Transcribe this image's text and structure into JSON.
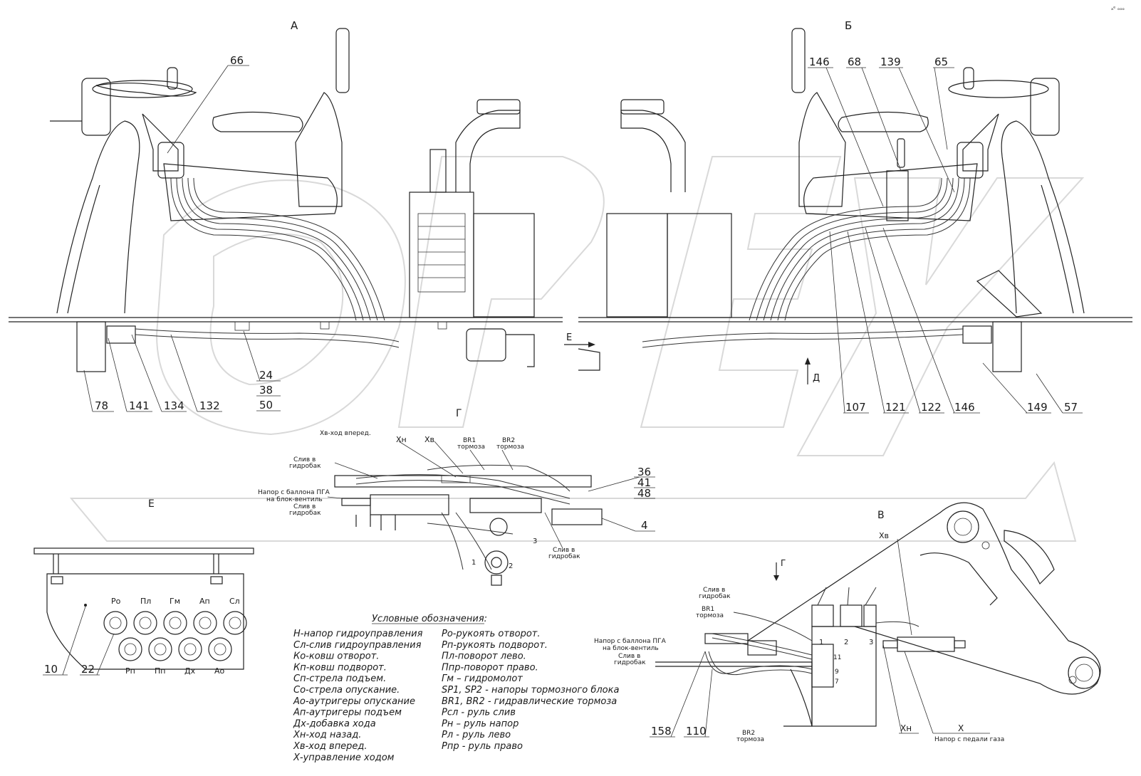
{
  "corner_mark": "ₐᵉ ₒₒₒ",
  "view_labels": {
    "a": "А",
    "b": "Б",
    "v": "В",
    "g": "Г",
    "e": "Е",
    "e_arrow": "Е",
    "d_arrow": "Д",
    "g_arrow": "Г"
  },
  "callouts_top_left": {
    "c66": "66",
    "c78": "78",
    "c141": "141",
    "c134": "134",
    "c132": "132",
    "c24": "24",
    "c38": "38",
    "c50": "50"
  },
  "callouts_top_right": {
    "c146a": "146",
    "c68": "68",
    "c139": "139",
    "c65": "65",
    "c107": "107",
    "c121": "121",
    "c122": "122",
    "c146b": "146",
    "c149": "149",
    "c57": "57"
  },
  "callouts_mid": {
    "c36": "36",
    "c41": "41",
    "c48": "48",
    "c4": "4",
    "c10": "10",
    "c22": "22",
    "c158": "158",
    "c110": "110",
    "cXh": "Хн",
    "cX": "Х",
    "cXv": "Хв"
  },
  "view_g_labels": {
    "xv_forward": "Хв-ход вперед.",
    "xn": "Хн",
    "xv": "Хв",
    "br1": "BR1",
    "br1_sub": "тормоза",
    "br2": "BR2",
    "br2_sub": "тормоза",
    "drain_tank_1": "Слив в",
    "drain_tank_1b": "гидробак",
    "pressure_pga": "Напор с баллона ПГА",
    "pressure_pga_b": "на блок-вентиль",
    "drain_tank_2": "Слив в",
    "drain_tank_2b": "гидробак",
    "drain_tank_3": "Слив в",
    "drain_tank_3b": "гидробак",
    "n1": "1",
    "n2": "2",
    "n3": "3"
  },
  "view_v_labels": {
    "drain_tank": "Слив в",
    "drain_tank_b": "гидробак",
    "br1": "BR1",
    "br1_sub": "тормоза",
    "pressure_pga": "Напор с баллона ПГА",
    "pressure_pga_b": "на блок-вентиль",
    "drain_tank2": "Слив в",
    "drain_tank2_b": "гидробак",
    "br2": "BR2",
    "br2_sub": "тормоза",
    "gas_pedal": "Напор с педали газа",
    "n1": "1",
    "n2": "2",
    "n3": "3",
    "n7": "7",
    "n9": "9",
    "n11": "11"
  },
  "block_ports": {
    "top": [
      "Ро",
      "Пл",
      "Гм",
      "Ап",
      "Сл"
    ],
    "bottom": [
      "Рп",
      "Пп",
      "Дх",
      "Ао"
    ]
  },
  "legend": {
    "title": "Условные обозначения:",
    "left": [
      "Н-напор гидроуправления",
      "Сл-слив гидроуправления",
      "Ко-ковш отворот.",
      "Кп-ковш подворот.",
      "Сп-стрела подъем.",
      "Со-стрела опускание.",
      "Ао-аутригеры опускание",
      "Ап-аутригеры подъем",
      "Дх-добавка хода",
      "Хн-ход назад.",
      "Хв-ход вперед.",
      "Х-управление ходом"
    ],
    "right": [
      "Ро-рукоять отворот.",
      "Рп-рукоять подворот.",
      "Пл-поворот лево.",
      "Ппр-поворот право.",
      "Гм  –  гидромолот",
      "SP1, SP2 - напоры тормозного блока",
      "BR1, BR2 - гидравлические тормоза",
      "Рсл  -  руль слив",
      "Рн  –  руль напор",
      "Рл  -  руль лево",
      "Рпр  -  руль право"
    ]
  },
  "watermark": "OPEX"
}
